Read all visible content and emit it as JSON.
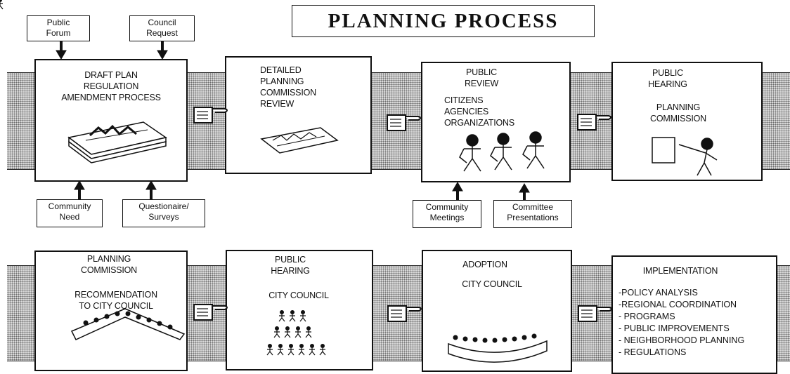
{
  "title": "PLANNING PROCESS",
  "inputs": {
    "public_forum": "Public\nForum",
    "council_request": "Council\nRequest",
    "community_need": "Community\nNeed",
    "questionaire": "Questionaire/\nSurveys",
    "community_meetings": "Community\nMeetings",
    "committee_presentations": "Committee\nPresentations"
  },
  "steps": {
    "draft_plan": "DRAFT PLAN\nREGULATION\nAMENDMENT PROCESS",
    "detailed_review": "DETAILED\nPLANNING\nCOMMISSION\nREVIEW",
    "public_review_title": "PUBLIC\nREVIEW",
    "public_review_body": "CITIZENS\nAGENCIES\nORGANIZATIONS",
    "public_hearing_title": "PUBLIC\nHEARING",
    "public_hearing_body": "PLANNING\nCOMMISSION",
    "pc_title": "PLANNING\nCOMMISSION",
    "pc_body": "RECOMMENDATION\nTO CITY COUNCIL",
    "hearing_cc_title": "PUBLIC\nHEARING",
    "hearing_cc_body": "CITY COUNCIL",
    "adoption_title": "ADOPTION",
    "adoption_body": "CITY COUNCIL",
    "implementation_title": "IMPLEMENTATION"
  },
  "implementation_items": [
    "-POLICY ANALYSIS",
    "-REGIONAL COORDINATION",
    "- PROGRAMS",
    "- PUBLIC IMPROVEMENTS",
    "- NEIGHBORHOOD PLANNING",
    "- REGULATIONS"
  ]
}
